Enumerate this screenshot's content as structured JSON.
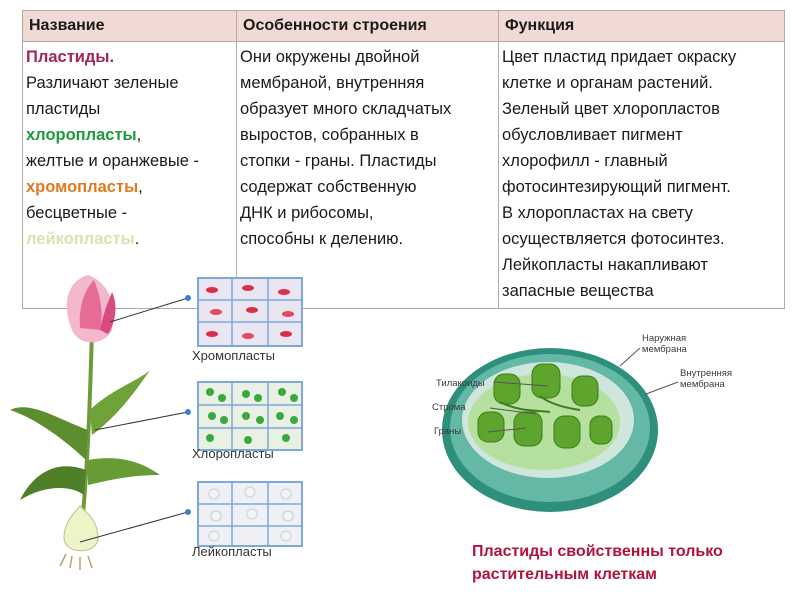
{
  "table": {
    "headers": [
      "Название",
      "Особенности строения",
      "Функция"
    ],
    "name_col": {
      "title": "Пластиды.",
      "line1": "Различают зеленые",
      "line2": "пластиды",
      "chloro": "хлоропласты",
      "comma1": ",",
      "line3": "желтые и оранжевые -",
      "chromo": "хромопласты",
      "comma2": ",",
      "line4": "бесцветные -",
      "leuco": "лейкопласты",
      "dot": "."
    },
    "structure_lines": [
      "Они  окружены двойной",
      "мембраной, внутренняя",
      "образует много складчатых",
      "выростов, собранных в",
      "стопки - граны. Пластиды",
      "содержат собственную",
      "ДНК и рибосомы,",
      "способны к делению."
    ],
    "function_lines": [
      "Цвет пластид придает окраску",
      "клетке и органам растений.",
      "Зеленый цвет хлоропластов",
      "обусловливает пигмент",
      "хлорофилл - главный",
      "фотосинтезирующий пигмент.",
      "В хлоропластах на свету",
      "осуществляется фотосинтез.",
      "Лейкопласты накапливают",
      "запасные вещества"
    ]
  },
  "figure_left": {
    "labels": [
      "Хромопласты",
      "Хлоропласты",
      "Лейкопласты"
    ]
  },
  "figure_right": {
    "labels": {
      "outer": "Наружная мембрана",
      "inner": "Внутренняя мембрана",
      "thylakoids": "Тилакоиды",
      "stroma": "Строма",
      "grana": "Граны"
    }
  },
  "caption": "Пластиды свойственны только растительным клеткам",
  "colors": {
    "header_bg": "#f1d9d4",
    "title": "#a3245a",
    "chloroplasts": "#1f9a3a",
    "chromoplasts": "#e07a1f",
    "leucoplasts": "#d9e3b0",
    "caption": "#b0143c"
  }
}
